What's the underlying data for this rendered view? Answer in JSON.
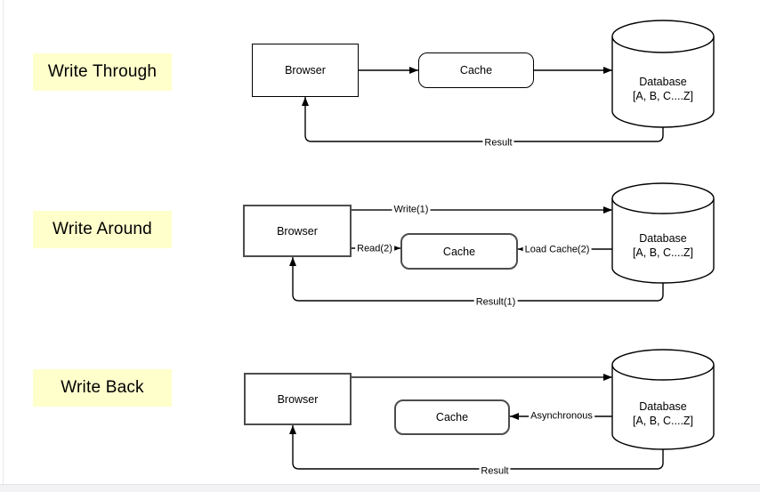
{
  "sections": [
    {
      "title": "Write Through",
      "nodes": {
        "browser": "Browser",
        "cache": "Cache",
        "database_line1": "Database",
        "database_line2": "[A, B, C....Z]"
      },
      "edges": {
        "result": "Result"
      }
    },
    {
      "title": "Write Around",
      "nodes": {
        "browser": "Browser",
        "cache": "Cache",
        "database_line1": "Database",
        "database_line2": "[A, B, C....Z]"
      },
      "edges": {
        "write": "Write(1)",
        "read": "Read(2)",
        "load_cache": "Load Cache(2)",
        "result": "Result(1)"
      }
    },
    {
      "title": "Write Back",
      "nodes": {
        "browser": "Browser",
        "cache": "Cache",
        "database_line1": "Database",
        "database_line2": "[A, B, C....Z]"
      },
      "edges": {
        "asynchronous": "Asynchronous",
        "result": "Result"
      }
    }
  ],
  "colors": {
    "section_label_bg": "#ffffcc",
    "line": "#000000",
    "box_border": "#4d4d4d"
  }
}
